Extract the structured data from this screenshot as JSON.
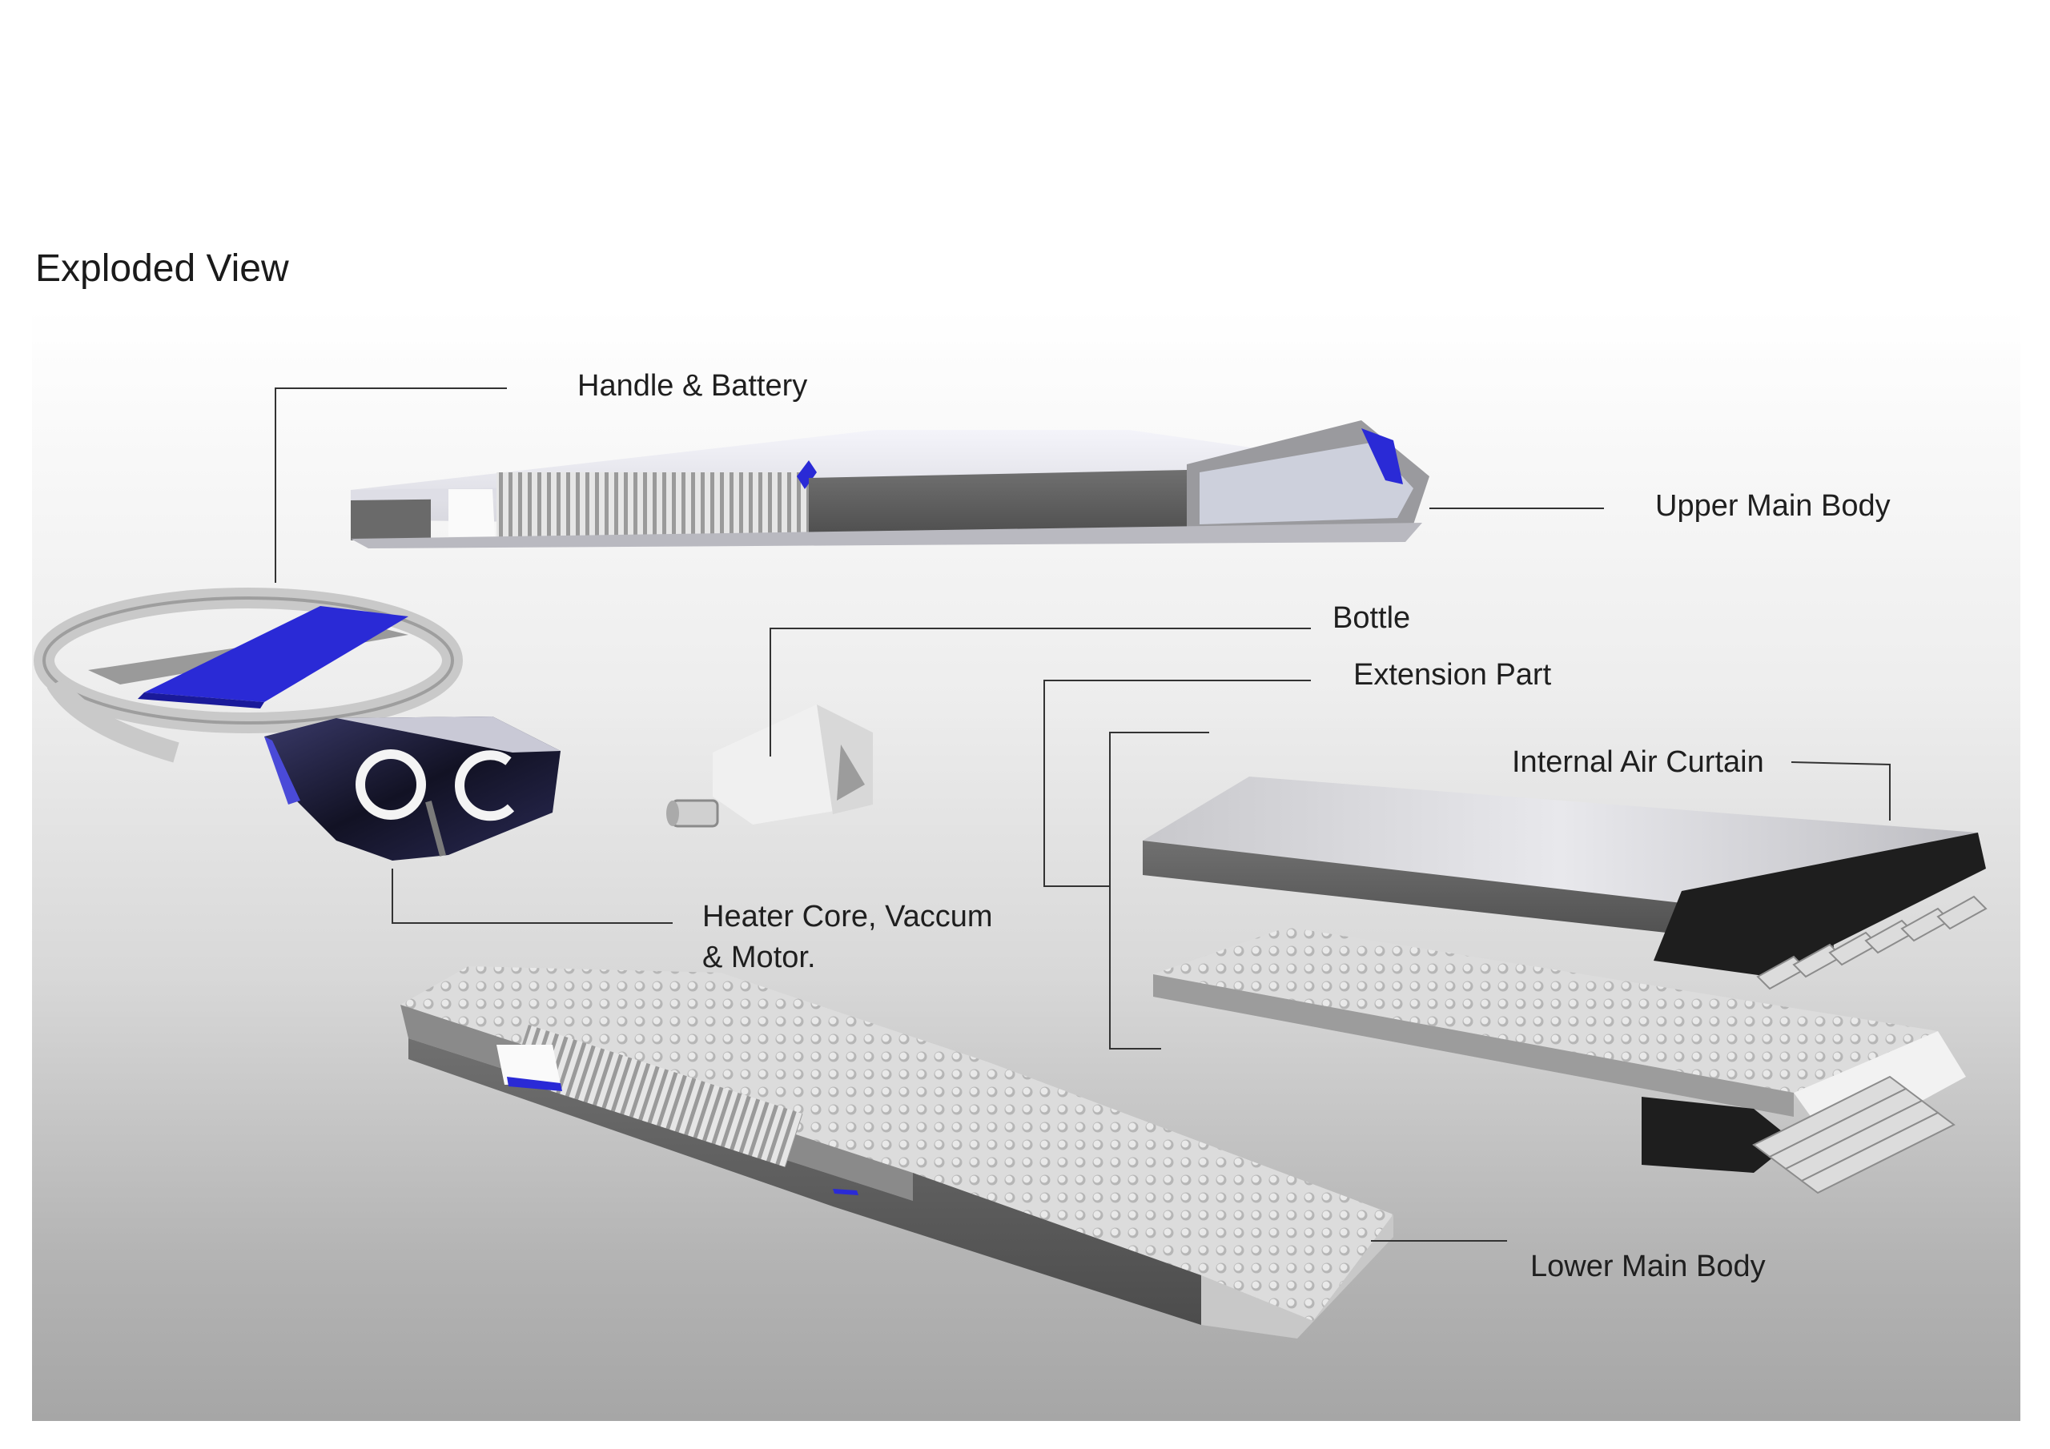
{
  "title": "Exploded View",
  "labels": {
    "handle_battery": "Handle & Battery",
    "upper_main_body": "Upper Main Body",
    "bottle": "Bottle",
    "extension_part": "Extension Part",
    "internal_air_curtain": "Internal Air Curtain",
    "heater_core_line1": "Heater Core, Vaccum",
    "heater_core_line2": "& Motor.",
    "lower_main_body": "Lower Main Body"
  },
  "colors": {
    "accent_blue": "#2a2ad6",
    "dark_gray": "#5e5e5e",
    "black_cap": "#1e1e1e",
    "leader_line": "#333333"
  }
}
